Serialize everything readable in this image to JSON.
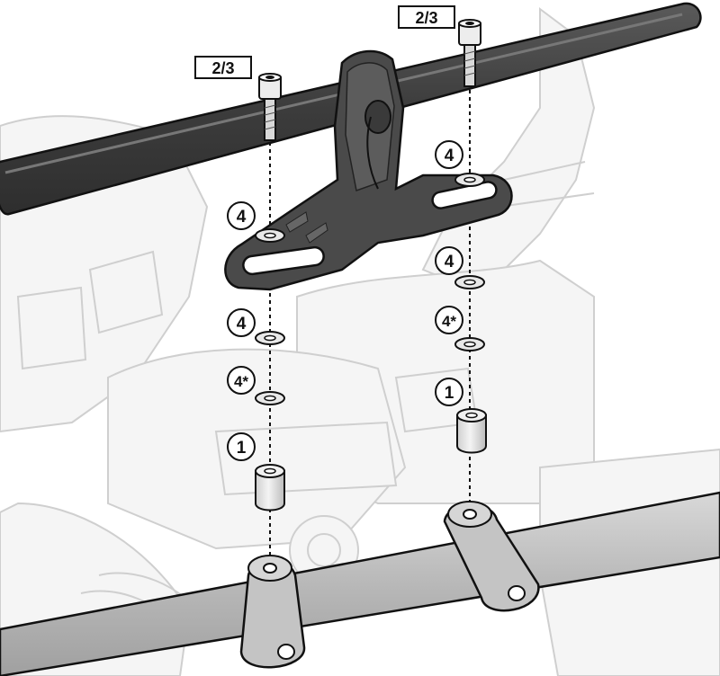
{
  "colors": {
    "background": "#ffffff",
    "ghost_outline": "#cfcfcf",
    "ghost_fill": "#f4f4f4",
    "bar_dark": "#3f3f3f",
    "bracket_dark": "#4a4a4a",
    "clamp_grey": "#bdbdbd",
    "part_light": "#e6e6e6",
    "line": "#111111"
  },
  "labels": {
    "screw_left_ref": "2/3",
    "screw_right_ref": "2/3",
    "washer_left_top": "4",
    "washer_left_mid": "4",
    "washer_left_star": "4*",
    "spacer_left": "1",
    "washer_right_top": "4",
    "washer_right_mid": "4",
    "washer_right_star": "4*",
    "spacer_right": "1"
  },
  "icons": {
    "screw": "cap-screw-icon",
    "washer": "washer-icon",
    "spacer": "spacer-icon"
  }
}
